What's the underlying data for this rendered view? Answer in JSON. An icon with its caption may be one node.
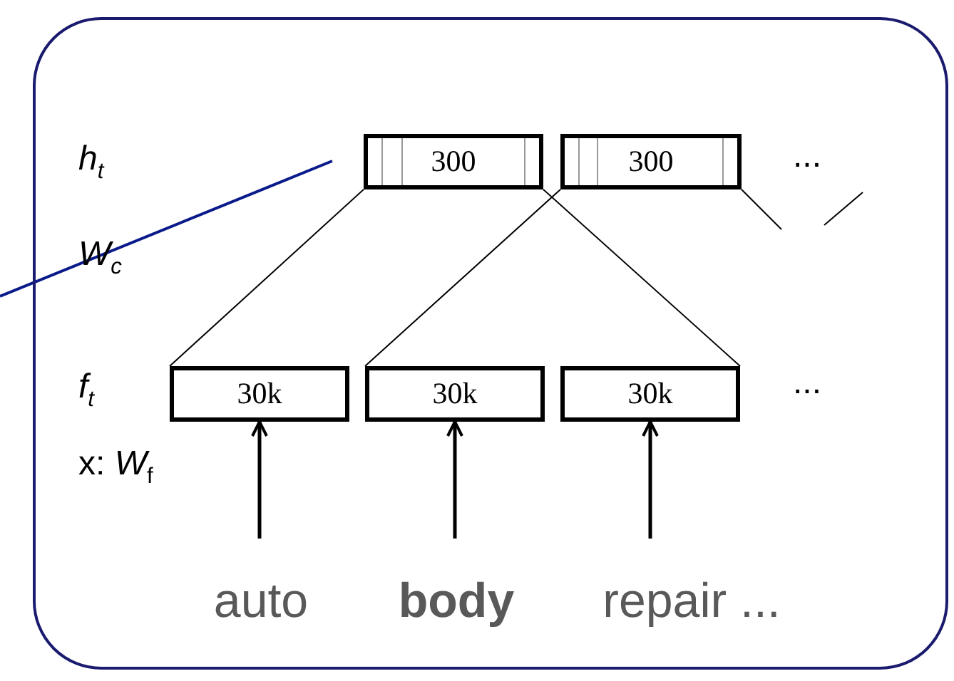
{
  "diagram": {
    "nodes": [
      {
        "text": [],
        "shape": "box"
      },
      {
        "text": [
          "300"
        ],
        "in": 0
      },
      {
        "text": [
          "300"
        ],
        "in": 0
      },
      {
        "text": [
          "30k"
        ],
        "in": 0
      },
      {
        "text": [
          "30k"
        ],
        "in": 0
      },
      {
        "text": [
          "30k"
        ],
        "in": 0
      },
      {
        "text": [
          "auto"
        ],
        "in": 0
      },
      {
        "text": [
          "**body**"
        ],
        "in": 0
      },
      {
        "text": [
          "repair ..."
        ],
        "in": 0
      }
    ],
    "edges": [
      {
        "from": 3,
        "to": 1,
        "arrow": "none"
      },
      {
        "from": 4,
        "to": 2,
        "arrow": "none"
      },
      {
        "from": 5,
        "to": 1,
        "arrow": "none"
      },
      {
        "from": 2,
        "to": null,
        "arrow": "none"
      },
      {
        "from": 6,
        "to": 3,
        "arrow": "to",
        "style": "thick"
      },
      {
        "from": 7,
        "to": 4,
        "arrow": "to",
        "style": "thick"
      },
      {
        "from": 8,
        "to": 5,
        "arrow": "to",
        "style": "thick"
      }
    ],
    "labels": [
      "h$_{t}$",
      "...",
      "W$_{c}$",
      "f$_{t}$",
      "...",
      "x: *W*$_{f}$"
    ]
  }
}
